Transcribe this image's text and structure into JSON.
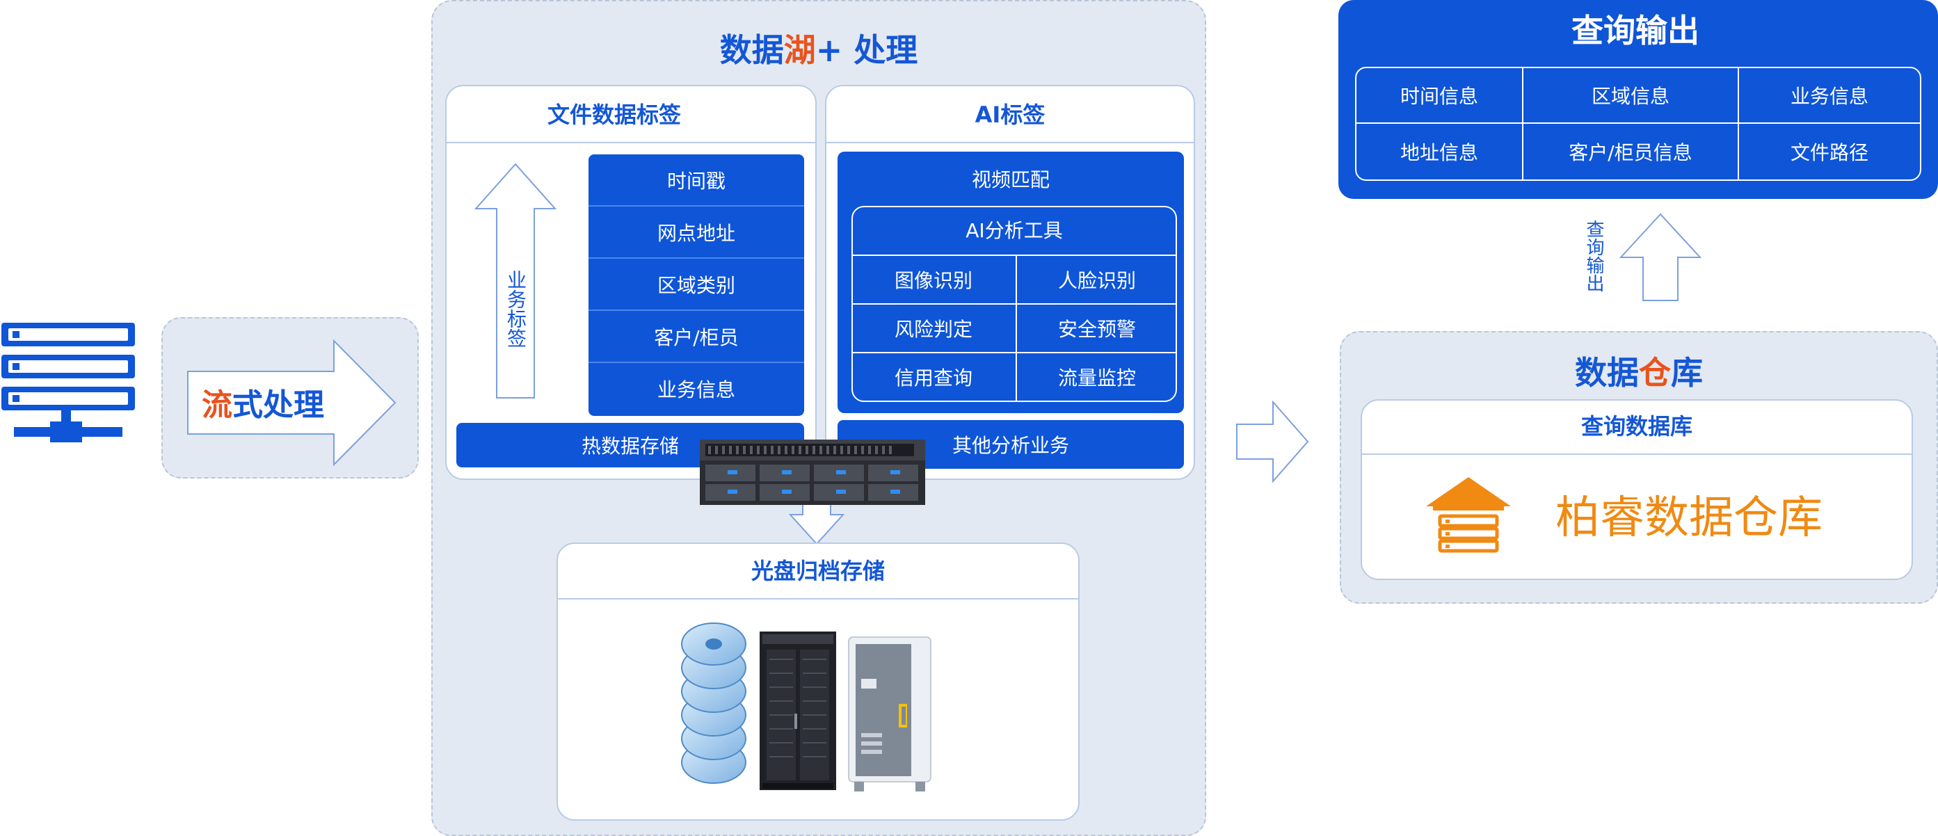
{
  "stream": {
    "label_highlight": "流",
    "label_rest": "式处理"
  },
  "lake": {
    "title_part1": "数据",
    "title_highlight": "湖",
    "title_part2": " + 处理",
    "file_tags": {
      "title": "文件数据标签",
      "arrow_label": "业务标签",
      "items": [
        "时间戳",
        "网点地址",
        "区域类别",
        "客户/柜员",
        "业务信息"
      ]
    },
    "ai_tags": {
      "title": "AI标签",
      "top_item": "视频匹配",
      "tool_title": "AI分析工具",
      "tools": [
        "图像识别",
        "人脸识别",
        "风险判定",
        "安全预警",
        "信用查询",
        "流量监控"
      ]
    },
    "hot_storage": "热数据存储",
    "other_services": "其他分析业务",
    "archive": {
      "title": "光盘归档存储"
    }
  },
  "query_output": {
    "title": "查询输出",
    "cells": [
      "时间信息",
      "区域信息",
      "业务信息",
      "地址信息",
      "客户/柜员信息",
      "文件路径"
    ],
    "arrow_label": "查询输出"
  },
  "warehouse": {
    "title_part1": "数据",
    "title_highlight": "仓",
    "title_part2": "库",
    "db_title": "查询数据库",
    "product_name": "柏睿数据仓库"
  },
  "colors": {
    "primary_blue": "#0e55d8",
    "accent_orange": "#f08a12",
    "accent_red_orange": "#e8531e",
    "panel_bg": "#e3e9f2"
  },
  "icons": [
    "server-network-icon",
    "server-rack-icon",
    "optical-disc-stack-icon",
    "storage-cabinet-icon",
    "storage-tower-icon",
    "warehouse-database-icon"
  ]
}
